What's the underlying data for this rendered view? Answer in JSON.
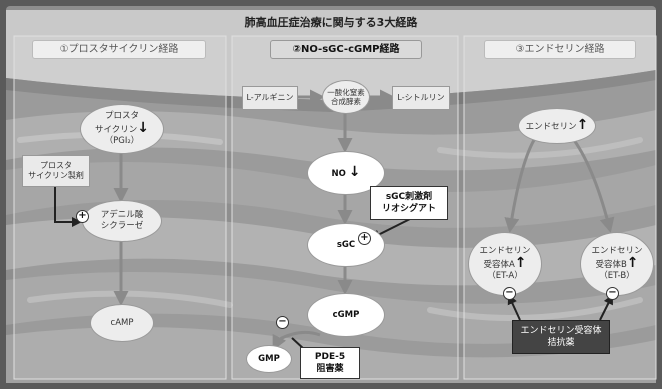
{
  "title": "肺高血圧症治療に関与する3大経路",
  "columns": {
    "prostacyclin": "①プロスタサイクリン経路",
    "no": "②NO-sGC-cGMP経路",
    "endothelin": "③エンドセリン経路"
  },
  "col1": {
    "pgi2": [
      "プロスタ",
      "サイクリン",
      "（PGI₂）"
    ],
    "pgi2_arrow": "↓",
    "drug": [
      "プロスタ",
      "サイクリン製剤"
    ],
    "adenylate": [
      "アデニル酸",
      "シクラーゼ"
    ],
    "camp": "cAMP",
    "plus_sign": "+"
  },
  "col2": {
    "arginine": "L-アルギニン",
    "nos": [
      "一酸化窒素",
      "合成酵素"
    ],
    "citrulline": "L-シトルリン",
    "no": "NO",
    "no_arrow": "↓",
    "drug": [
      "sGC刺激剤",
      "リオシグアト"
    ],
    "sgc": "sGC",
    "cgmp": "cGMP",
    "gmp": "GMP",
    "pde5": [
      "PDE-5",
      "阻害薬"
    ],
    "plus_sign": "+",
    "minus_sign": "−"
  },
  "col3": {
    "endothelin": "エンドセリン",
    "endothelin_arrow": "↑",
    "eta": [
      "エンドセリン",
      "受容体A",
      "（ET-A）"
    ],
    "etb": [
      "エンドセリン",
      "受容体B",
      "（ET-B）"
    ],
    "up_arrow": "↑",
    "antagonist": [
      "エンドセリン受容体",
      "拮抗薬"
    ],
    "minus_sign": "−"
  }
}
